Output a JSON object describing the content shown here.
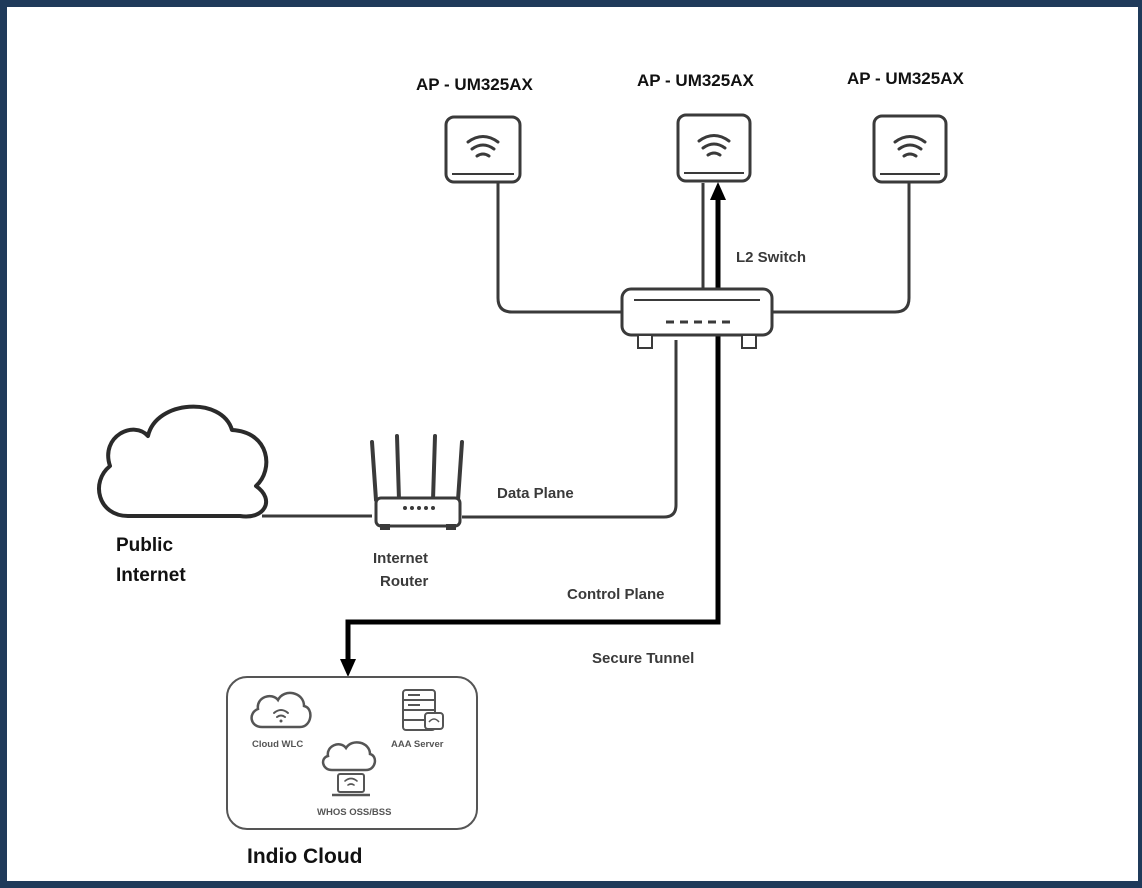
{
  "access_points": [
    {
      "label": "AP - UM325AX"
    },
    {
      "label": "AP - UM325AX"
    },
    {
      "label": "AP - UM325AX"
    }
  ],
  "switch": {
    "label": "L2 Switch"
  },
  "router": {
    "label_line1": "Internet",
    "label_line2": "Router"
  },
  "internet": {
    "label_line1": "Public",
    "label_line2": "Internet"
  },
  "links": {
    "data_plane": "Data Plane",
    "control_plane": "Control Plane",
    "secure_tunnel": "Secure Tunnel"
  },
  "cloud_box": {
    "label": "Indio Cloud",
    "services": {
      "cloud_wlc": "Cloud WLC",
      "aaa_server": "AAA Server",
      "oss_bss": "WHOS OSS/BSS"
    }
  },
  "colors": {
    "border": "#1f3a5a",
    "line": "#3a3a3a",
    "tunnel": "#000000"
  }
}
